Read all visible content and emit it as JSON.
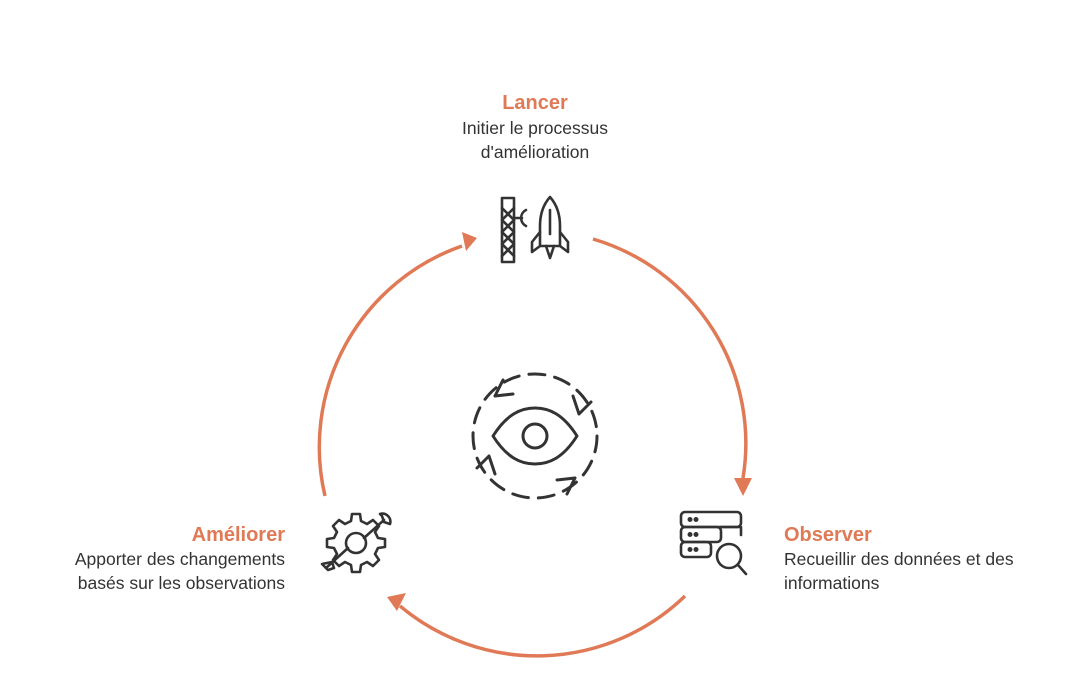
{
  "accent_color": "#E07A56",
  "icon_color": "#333333",
  "steps": {
    "top": {
      "title": "Lancer",
      "desc_line1": "Initier le processus",
      "desc_line2": "d'amélioration",
      "icon": "rocket-launch-icon"
    },
    "right": {
      "title": "Observer",
      "desc_line1": "Recueillir des données et des",
      "desc_line2": "informations",
      "icon": "database-search-icon"
    },
    "left": {
      "title": "Améliorer",
      "desc_line1": "Apporter des changements",
      "desc_line2": "basés sur les observations",
      "icon": "gear-wrench-icon"
    }
  },
  "center": {
    "icon": "eye-cycle-icon"
  }
}
